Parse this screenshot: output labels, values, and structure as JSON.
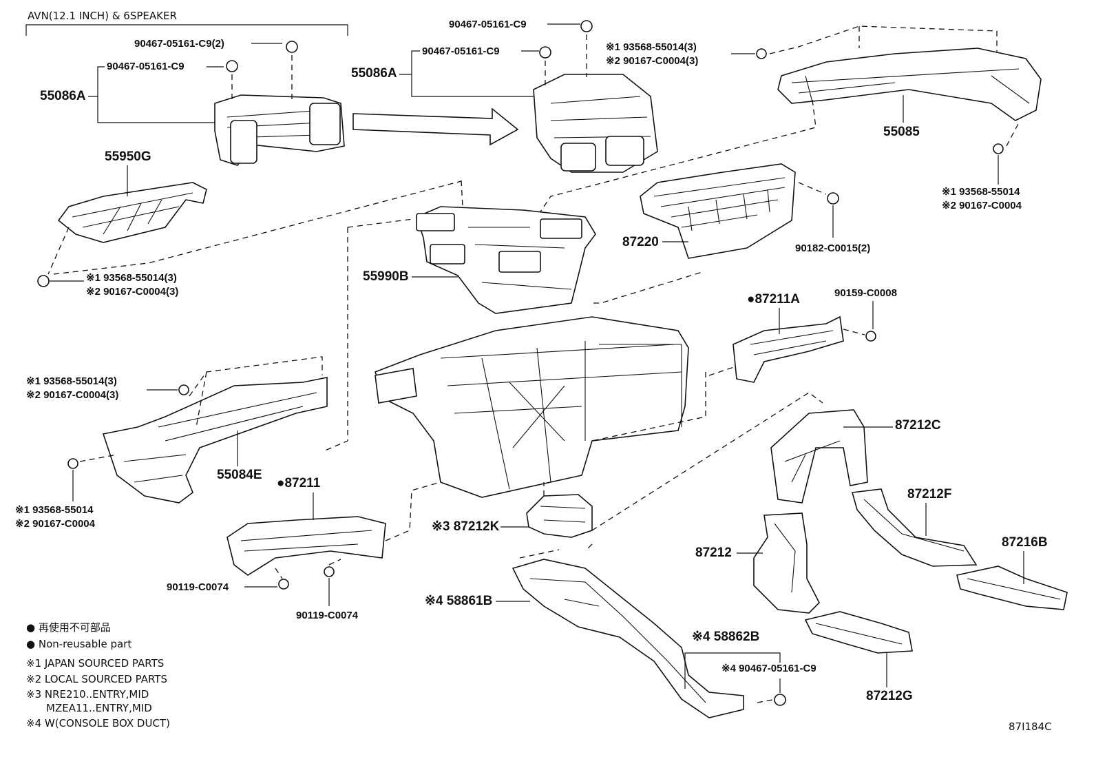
{
  "header": {
    "variant": "AVN(12.1 INCH) & 6SPEAKER"
  },
  "labels": {
    "p90467_top_c92": "90467-05161-C9(2)",
    "p90467_top_c9a": "90467-05161-C9",
    "p55086A_left": "55086A",
    "p90467_mid_a": "90467-05161-C9",
    "p90467_mid_b": "90467-05161-C9",
    "p55086A_mid": "55086A",
    "p55950G": "55950G",
    "p93568_left_1": "※1 93568-55014(3)",
    "p90167_left_2": "※2 90167-C0004(3)",
    "p93568_tr_1": "※1 93568-55014(3)",
    "p90167_tr_2": "※2 90167-C0004(3)",
    "p55085": "55085",
    "p93568_r_1": "※1 93568-55014",
    "p90167_r_2": "※2 90167-C0004",
    "p87220": "87220",
    "p90182": "90182-C0015(2)",
    "p55990B": "55990B",
    "p87211A": "●87211A",
    "p90159": "90159-C0008",
    "p93568_ml_1": "※1 93568-55014(3)",
    "p90167_ml_2": "※2 90167-C0004(3)",
    "p55084E": "55084E",
    "p93568_bl_1": "※1 93568-55014",
    "p90167_bl_2": "※2 90167-C0004",
    "p87211": "●87211",
    "p87212C": "87212C",
    "p87212F": "87212F",
    "p87216B": "87216B",
    "p87212K": "※3 87212K",
    "p87212": "87212",
    "p90119_a": "90119-C0074",
    "p90119_b": "90119-C0074",
    "p58861B": "※4 58861B",
    "p58862B": "※4 58862B",
    "p90467_br": "※4 90467-05161-C9",
    "p87212G": "87212G"
  },
  "legend": {
    "jp_nonreusable": "● 再使用不可部品",
    "en_nonreusable": "● Non-reusable part",
    "note1": "※1 JAPAN SOURCED PARTS",
    "note2": "※2 LOCAL SOURCED PARTS",
    "note3a": "※3 NRE210..ENTRY,MID",
    "note3b": "MZEA11..ENTRY,MID",
    "note4": "※4 W(CONSOLE BOX DUCT)"
  },
  "figure_code": "87I184C"
}
